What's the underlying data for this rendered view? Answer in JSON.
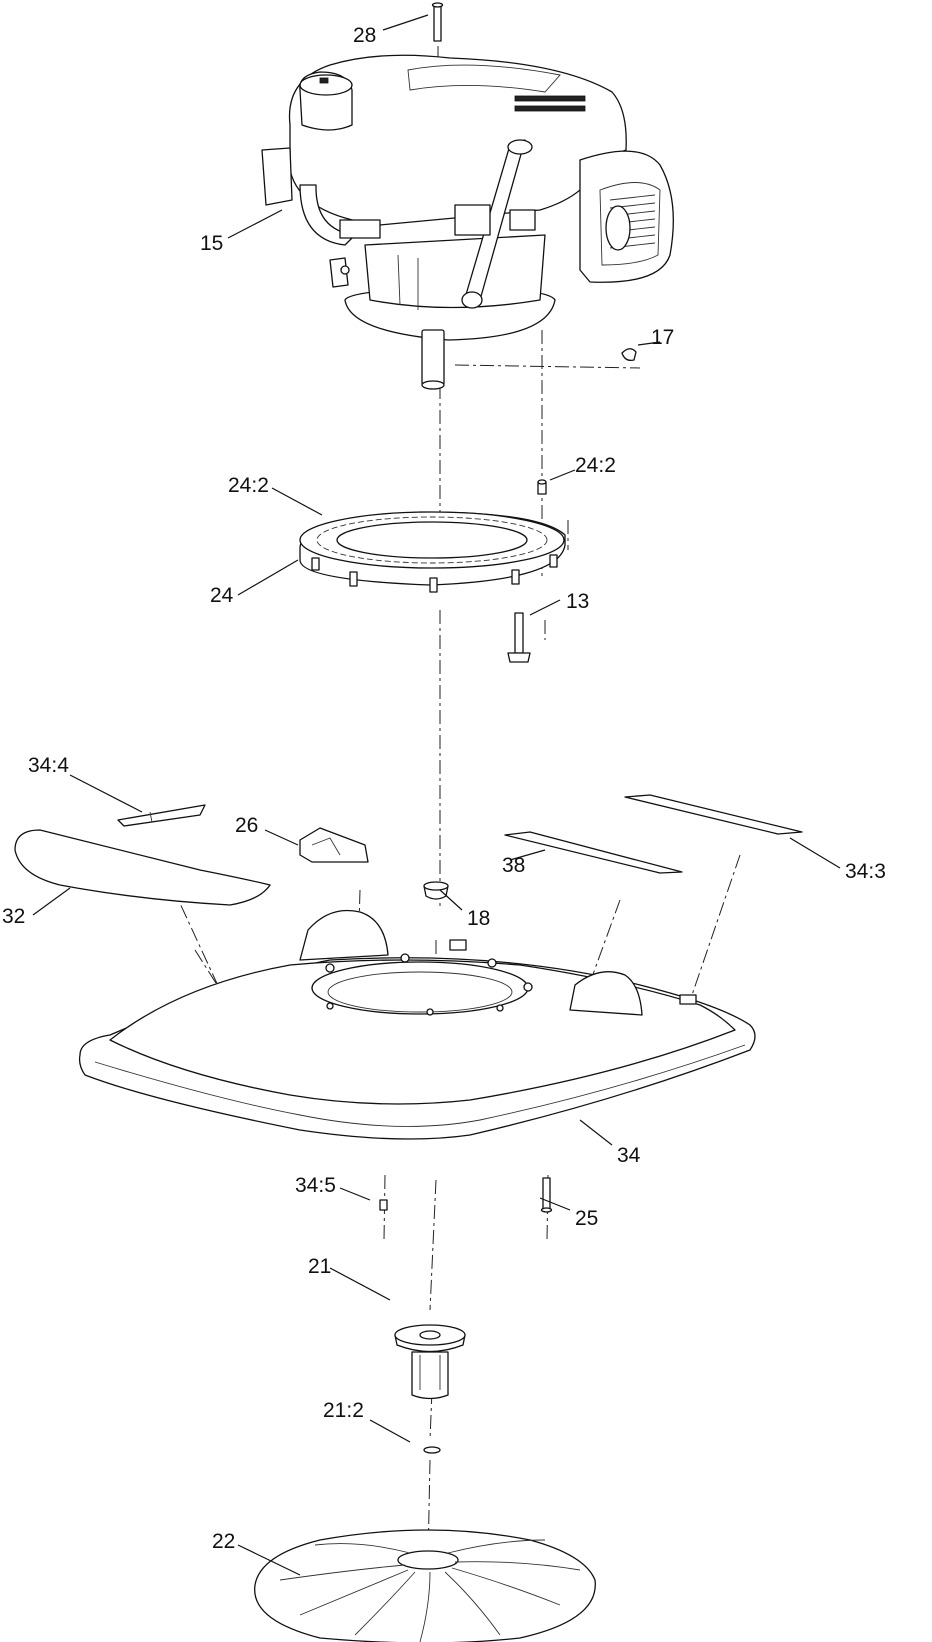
{
  "callouts": [
    {
      "id": "c28",
      "label": "28"
    },
    {
      "id": "c15",
      "label": "15"
    },
    {
      "id": "c17",
      "label": "17"
    },
    {
      "id": "c24-2a",
      "label": "24:2"
    },
    {
      "id": "c24-2b",
      "label": "24:2"
    },
    {
      "id": "c24",
      "label": "24"
    },
    {
      "id": "c13",
      "label": "13"
    },
    {
      "id": "c34-4",
      "label": "34:4"
    },
    {
      "id": "c26",
      "label": "26"
    },
    {
      "id": "c32",
      "label": "32"
    },
    {
      "id": "c38",
      "label": "38"
    },
    {
      "id": "c34-3",
      "label": "34:3"
    },
    {
      "id": "c18",
      "label": "18"
    },
    {
      "id": "c34",
      "label": "34"
    },
    {
      "id": "c34-5",
      "label": "34:5"
    },
    {
      "id": "c25",
      "label": "25"
    },
    {
      "id": "c21",
      "label": "21"
    },
    {
      "id": "c21-2",
      "label": "21:2"
    },
    {
      "id": "c22",
      "label": "22"
    }
  ]
}
